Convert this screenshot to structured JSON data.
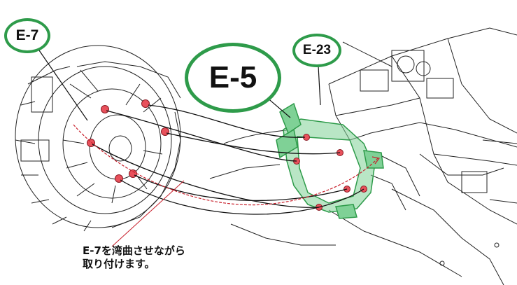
{
  "callouts": {
    "e7": "E-7",
    "e5": "E-5",
    "e23": "E-23"
  },
  "note": {
    "line1": "E-7を湾曲させながら",
    "line2": "取り付けます。"
  },
  "colors": {
    "highlight_part": "#7fd196",
    "highlight_stroke": "#2e9b4a",
    "attach_point": "#e8505b",
    "guide_line": "#111111",
    "bend_line": "#c8202c"
  }
}
